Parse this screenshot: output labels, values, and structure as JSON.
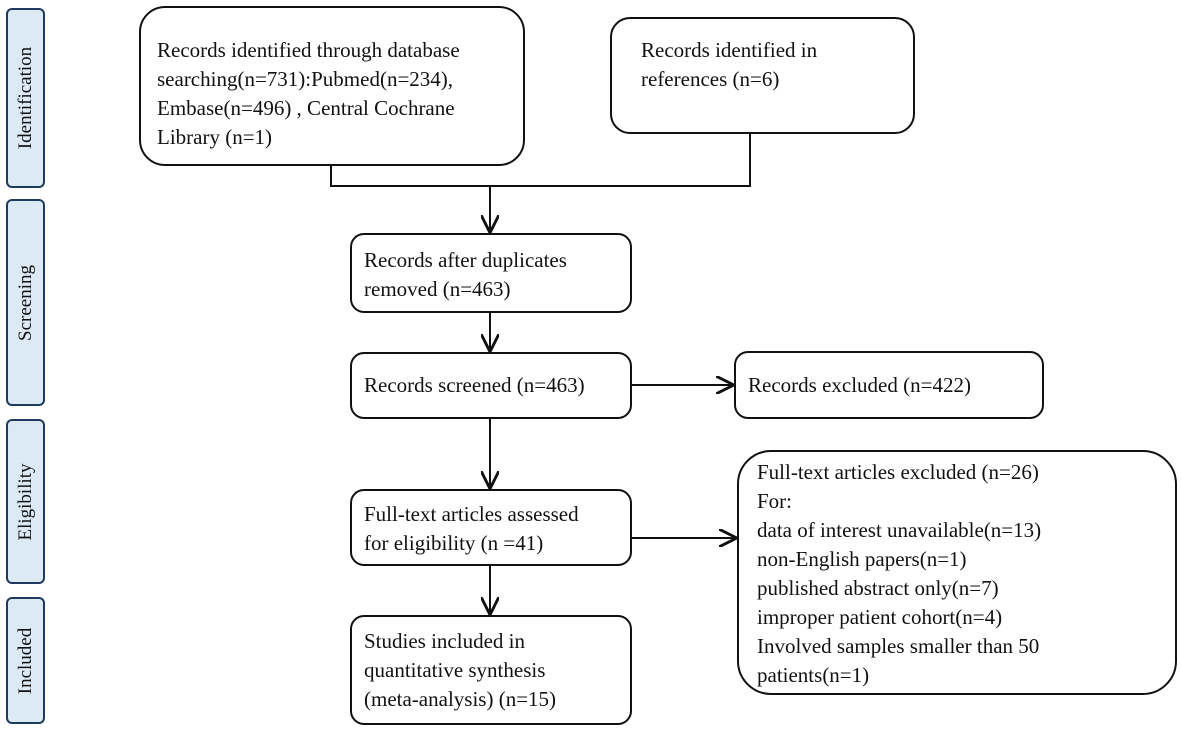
{
  "stages": [
    {
      "id": "identification",
      "label": "Identification"
    },
    {
      "id": "screening",
      "label": "Screening"
    },
    {
      "id": "eligibility",
      "label": "Eligibility"
    },
    {
      "id": "included",
      "label": "Included"
    }
  ],
  "boxes": {
    "database_search": {
      "lines": [
        "Records identified through database",
        "searching(n=731):Pubmed(n=234),",
        "Embase(n=496) , Central Cochrane",
        "Library (n=1)"
      ]
    },
    "references": {
      "lines": [
        "Records identified in",
        "references (n=6)"
      ]
    },
    "after_duplicates": {
      "lines": [
        "Records after duplicates",
        "removed (n=463)"
      ]
    },
    "screened": {
      "lines": [
        "Records screened (n=463)"
      ]
    },
    "excluded": {
      "lines": [
        "Records excluded (n=422)"
      ]
    },
    "fulltext_assessed": {
      "lines": [
        "Full-text articles assessed",
        "for eligibility (n =41)"
      ]
    },
    "fulltext_excluded": {
      "lines": [
        "Full-text articles excluded (n=26)",
        "For:",
        "data of interest unavailable(n=13)",
        "non-English papers(n=1)",
        "published abstract only(n=7)",
        "improper patient cohort(n=4)",
        "Involved samples smaller than 50",
        "patients(n=1)"
      ]
    },
    "included": {
      "lines": [
        "Studies included in",
        "quantitative synthesis",
        "(meta-analysis) (n=15)"
      ]
    }
  },
  "colors": {
    "stage_fill": "#dceaf6",
    "stage_border": "#1f3a5f",
    "box_border": "#111111",
    "arrow": "#111111"
  }
}
